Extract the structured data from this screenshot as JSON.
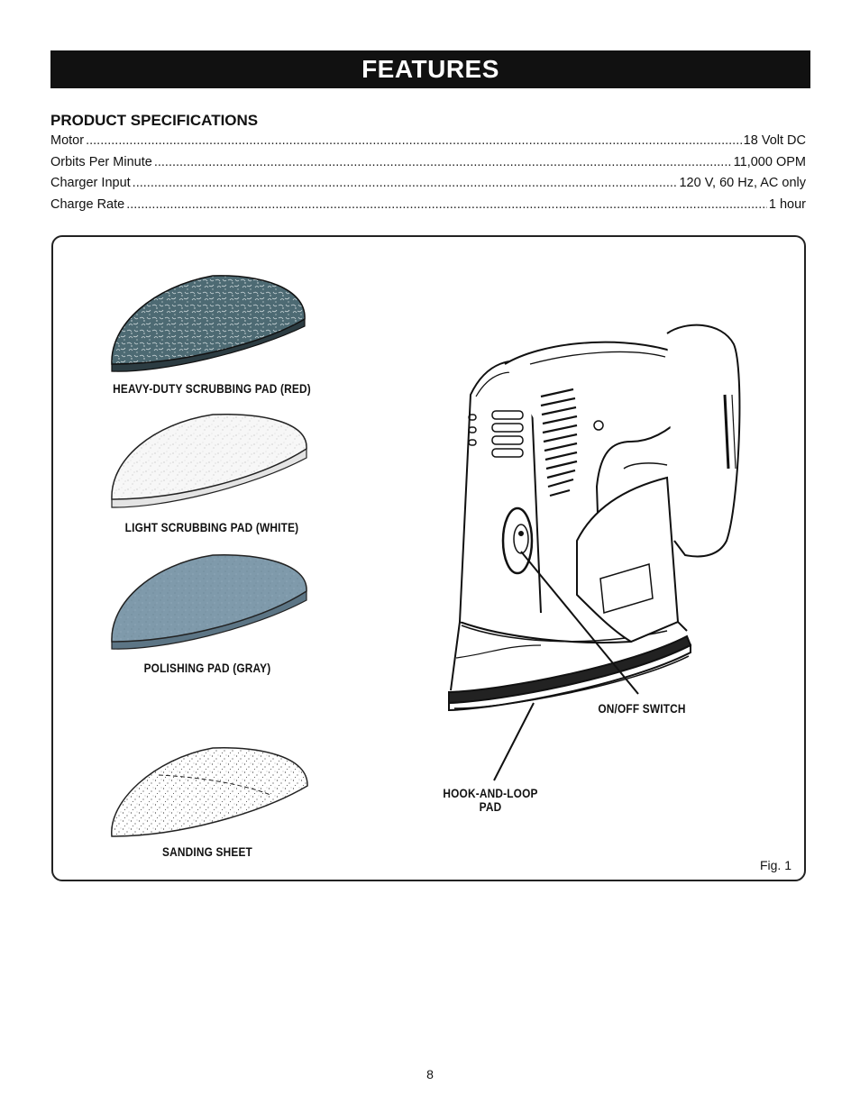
{
  "header": {
    "title": "FEATURES"
  },
  "specifications": {
    "heading": "PRODUCT SPECIFICATIONS",
    "rows": [
      {
        "label": "Motor",
        "value": "18 Volt DC"
      },
      {
        "label": "Orbits Per Minute",
        "value": "11,000 OPM"
      },
      {
        "label": "Charger Input",
        "value": "120 V, 60 Hz, AC only"
      },
      {
        "label": "Charge Rate",
        "value": "1 hour"
      }
    ]
  },
  "figure": {
    "label": "Fig. 1",
    "callouts": {
      "heavy_duty_pad": "HEAVY-DUTY SCRUBBING PAD (RED)",
      "light_pad": "LIGHT SCRUBBING PAD (WHITE)",
      "polishing_pad": "POLISHING PAD (GRAY)",
      "sanding_sheet": "SANDING SHEET",
      "on_off_switch": "ON/OFF SWITCH",
      "hook_loop_line1": "HOOK-AND-LOOP",
      "hook_loop_line2": "PAD"
    },
    "colors": {
      "heavy_duty_pad": "#4d6a73",
      "light_pad": "#f4f4f4",
      "polishing_pad": "#7f9aab",
      "sanding_sheet": "#ffffff"
    }
  },
  "footer": {
    "page_number": "8"
  }
}
